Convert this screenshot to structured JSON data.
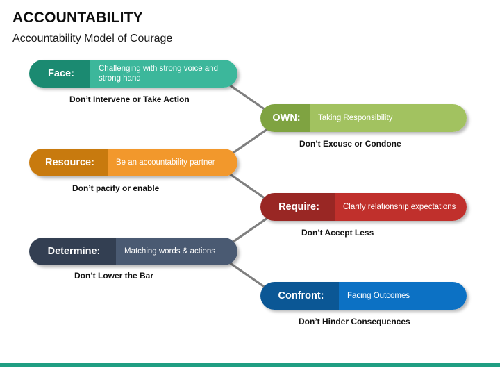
{
  "header": {
    "title": "ACCOUNTABILITY",
    "subtitle": "Accountability Model of Courage"
  },
  "theme": {
    "accent_bar_color": "#1F9E82",
    "connector_color": "#7F7F7F",
    "page_background": "#FFFFFF",
    "caption_color": "#111111"
  },
  "items": [
    {
      "key": "Face:",
      "value": "Challenging with strong voice and strong hand",
      "caption": "Don’t Intervene or Take Action",
      "color_dark": "#1B8A71",
      "color_light": "#3CB79B",
      "column": "left"
    },
    {
      "key": "OWN:",
      "value": "Taking Responsibility",
      "caption": "Don’t Excuse or Condone",
      "color_dark": "#7FA341",
      "color_light": "#A2C260",
      "column": "right"
    },
    {
      "key": "Resource:",
      "value": "Be an accountability partner",
      "caption": "Don’t pacify or enable",
      "color_dark": "#C87A0E",
      "color_light": "#F2982C",
      "column": "left"
    },
    {
      "key": "Require:",
      "value": "Clarify relationship expectations",
      "caption": "Don’t Accept Less",
      "color_dark": "#992724",
      "color_light": "#C0302C",
      "column": "right"
    },
    {
      "key": "Determine:",
      "value": "Matching words & actions",
      "caption": "Don’t Lower the Bar",
      "color_dark": "#333F52",
      "color_light": "#4A5A72",
      "column": "left"
    },
    {
      "key": "Confront:",
      "value": "Facing Outcomes",
      "caption": "Don’t Hinder Consequences",
      "color_dark": "#0B5795",
      "color_light": "#0C71C4",
      "column": "right"
    }
  ]
}
